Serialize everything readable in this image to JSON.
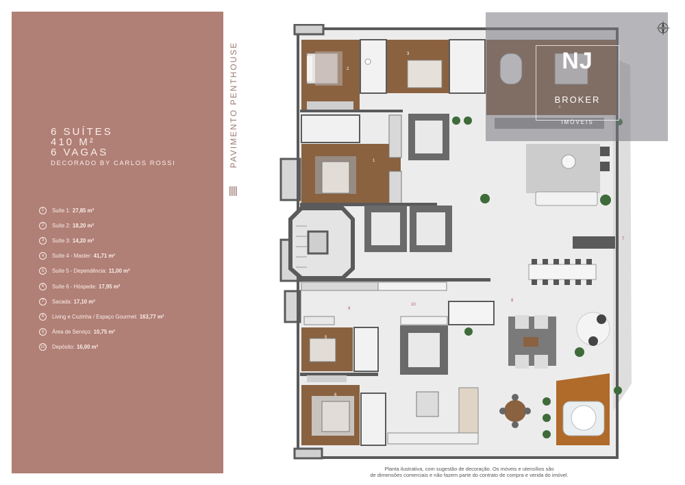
{
  "title": "PAVIMENTO PENTHOUSE",
  "headline": {
    "suites": "6 SUÍTES",
    "area": "410 M²",
    "vagas": "6 VAGAS",
    "decor": "DECORADO BY CARLOS ROSSI"
  },
  "legend": [
    {
      "num": "1",
      "label": "Suíte 1:",
      "value": "27,85 m²"
    },
    {
      "num": "2",
      "label": "Suíte 2:",
      "value": "18,20 m²"
    },
    {
      "num": "3",
      "label": "Suíte 3:",
      "value": "14,20 m²"
    },
    {
      "num": "4",
      "label": "Suíte 4 - Master:",
      "value": "41,71 m²"
    },
    {
      "num": "5",
      "label": "Suíte 5 - Dependência:",
      "value": "11,00 m²"
    },
    {
      "num": "6",
      "label": "Suíte 6 - Hóspede:",
      "value": "17,95 m²"
    },
    {
      "num": "7",
      "label": "Sacada:",
      "value": "17,10 m²"
    },
    {
      "num": "8",
      "label": "Living e Cozinha / Espaço Gourmet:",
      "value": "163,77 m²"
    },
    {
      "num": "9",
      "label": "Área de Serviço:",
      "value": "10,75 m²"
    },
    {
      "num": "10",
      "label": "Depósito:",
      "value": "16,00 m²"
    }
  ],
  "watermark": {
    "logo": "NJ",
    "brand": "BROKER",
    "sub": "IMÓVEIS"
  },
  "plan_numbers": [
    "1",
    "2",
    "3",
    "4",
    "5",
    "6",
    "7",
    "8",
    "9",
    "10"
  ],
  "disclaimer": {
    "line1": "Planta ilustrativa, com sugestão de decoração. Os móveis e utensílios são",
    "line2": "de dimensões comerciais e não fazem parte do contrato de compra e venda do imóvel."
  },
  "colors": {
    "panel": "#b07f76",
    "panel_text": "#fbefe9",
    "title": "#9c7a74",
    "wood": "#8a6240",
    "wall": "#5a5a5a",
    "floor": "#e8e8e8",
    "terrace_wood": "#b06a2a"
  }
}
